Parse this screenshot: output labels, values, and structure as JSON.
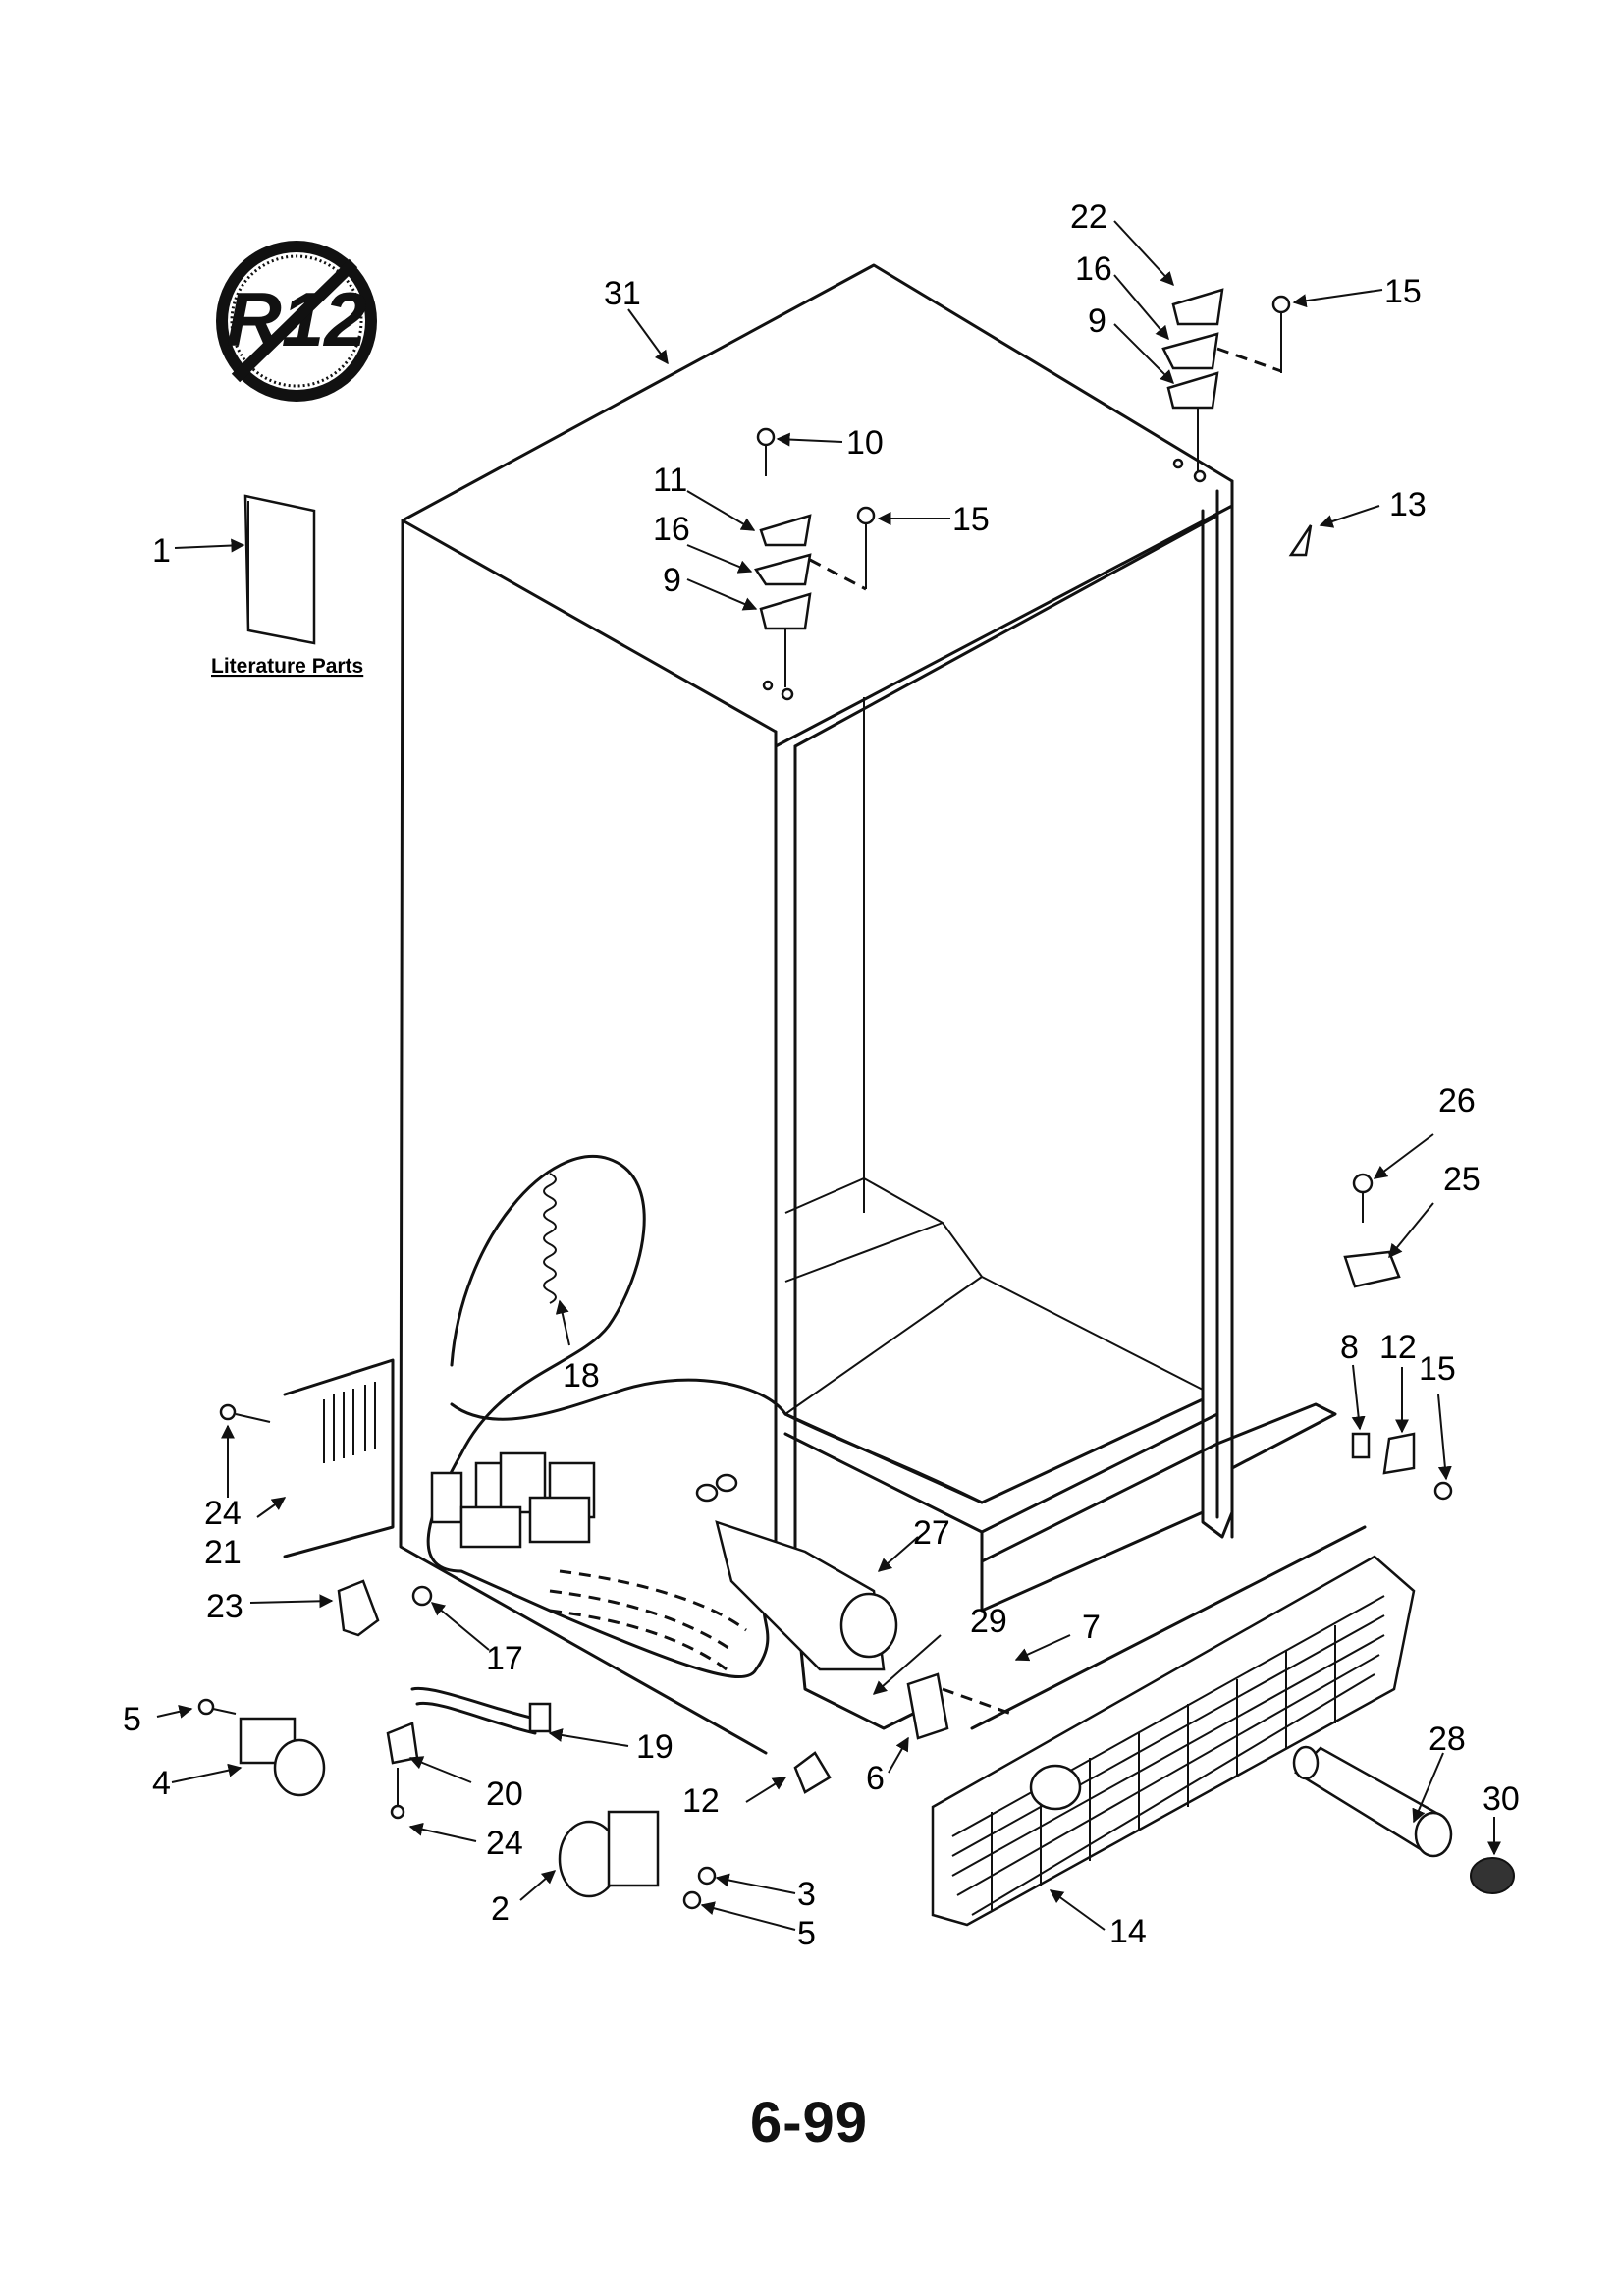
{
  "page_number": "6-99",
  "logo": {
    "text": "R12"
  },
  "literature_caption": "Literature Parts",
  "callouts": [
    "1",
    "31",
    "22",
    "16",
    "15",
    "9",
    "10",
    "11",
    "16",
    "15",
    "9",
    "13",
    "26",
    "25",
    "8",
    "12",
    "15",
    "18",
    "27",
    "24",
    "21",
    "23",
    "17",
    "29",
    "7",
    "5",
    "4",
    "19",
    "20",
    "12",
    "6",
    "28",
    "30",
    "24",
    "2",
    "3",
    "5",
    "14"
  ]
}
